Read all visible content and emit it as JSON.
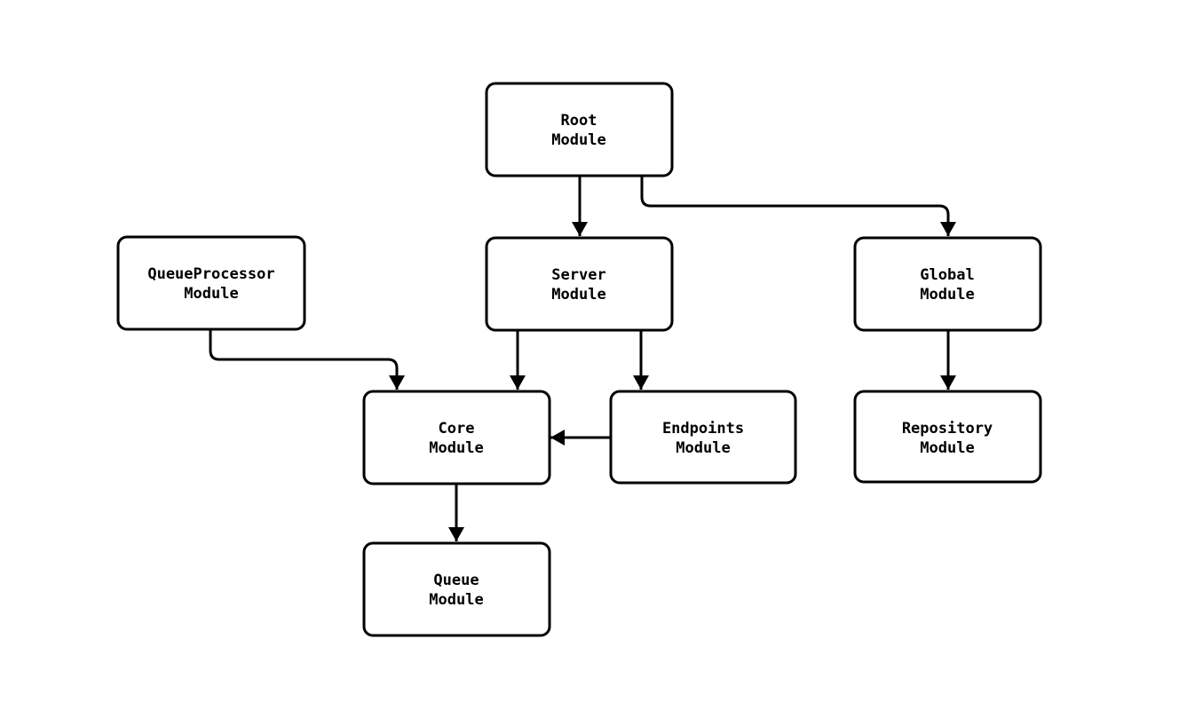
{
  "page": {
    "background_color": "#ffffff",
    "stroke_color": "#000000",
    "node_fill_color": "#ffffff"
  },
  "diagram": {
    "type": "module-dependency-flowchart",
    "nodes": {
      "root": {
        "line1": "Root",
        "line2": "Module"
      },
      "queueprocessor": {
        "line1": "QueueProcessor",
        "line2": "Module"
      },
      "server": {
        "line1": "Server",
        "line2": "Module"
      },
      "global": {
        "line1": "Global",
        "line2": "Module"
      },
      "core": {
        "line1": "Core",
        "line2": "Module"
      },
      "endpoints": {
        "line1": "Endpoints",
        "line2": "Module"
      },
      "repository": {
        "line1": "Repository",
        "line2": "Module"
      },
      "queue": {
        "line1": "Queue",
        "line2": "Module"
      }
    },
    "edges": [
      {
        "from": "Root Module",
        "to": "Server Module"
      },
      {
        "from": "Root Module",
        "to": "Global Module"
      },
      {
        "from": "QueueProcessor Module",
        "to": "Core Module"
      },
      {
        "from": "Server Module",
        "to": "Core Module"
      },
      {
        "from": "Server Module",
        "to": "Endpoints Module"
      },
      {
        "from": "Endpoints Module",
        "to": "Core Module"
      },
      {
        "from": "Global Module",
        "to": "Repository Module"
      },
      {
        "from": "Core Module",
        "to": "Queue Module"
      }
    ]
  }
}
